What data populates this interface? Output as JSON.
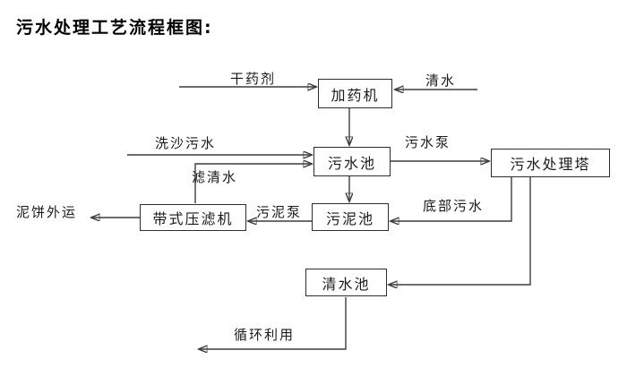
{
  "page": {
    "title": "污水处理工艺流程框图:"
  },
  "diagram": {
    "nodes": {
      "dosing_machine": "加药机",
      "sewage_pool": "污水池",
      "treatment_tower": "污水处理塔",
      "sludge_pool": "污泥池",
      "belt_filter_press": "带式压滤机",
      "clear_water_pool": "清水池"
    },
    "flow_labels": {
      "dry_agent": "干药剂",
      "clear_water": "清水",
      "sand_washing_sewage": "洗沙污水",
      "sewage_pump": "污水泵",
      "filtered_water": "滤清水",
      "sludge_pump": "污泥泵",
      "bottom_sewage": "底部污水",
      "mud_cake_out": "泥饼外运",
      "recycle_use": "循环利用"
    },
    "edges": [
      {
        "from": "dry_agent_inlet",
        "to": "dosing_machine",
        "label": "干药剂"
      },
      {
        "from": "clear_water_inlet",
        "to": "dosing_machine",
        "label": "清水"
      },
      {
        "from": "dosing_machine",
        "to": "sewage_pool",
        "label": ""
      },
      {
        "from": "sand_washing_inlet",
        "to": "sewage_pool",
        "label": "洗沙污水"
      },
      {
        "from": "belt_filter_press",
        "to": "sewage_pool",
        "label": "滤清水"
      },
      {
        "from": "sewage_pool",
        "to": "treatment_tower",
        "label": "污水泵"
      },
      {
        "from": "sewage_pool",
        "to": "sludge_pool",
        "label": ""
      },
      {
        "from": "treatment_tower",
        "to": "sludge_pool",
        "label": "底部污水"
      },
      {
        "from": "sludge_pool",
        "to": "belt_filter_press",
        "label": "污泥泵"
      },
      {
        "from": "belt_filter_press",
        "to": "mud_cake_outlet",
        "label": "泥饼外运"
      },
      {
        "from": "treatment_tower",
        "to": "clear_water_pool",
        "label": ""
      },
      {
        "from": "clear_water_pool",
        "to": "recycle_outlet",
        "label": "循环利用"
      }
    ],
    "colors": {
      "line": "#3d3d3d",
      "box_border": "#2e2e2e",
      "box_fill": "#ffffff",
      "text": "#1a1a1a",
      "background": "#ffffff"
    }
  }
}
